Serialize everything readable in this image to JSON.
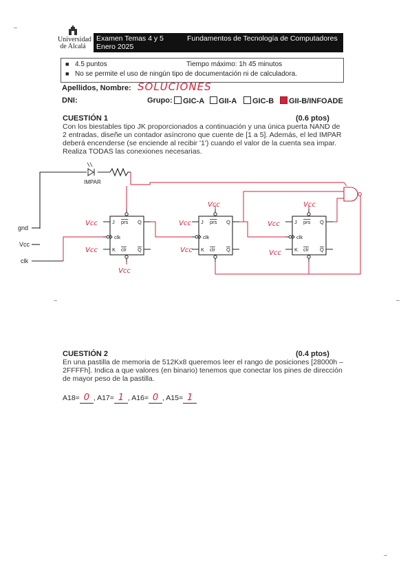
{
  "logo": {
    "line1": "Universidad",
    "line2": "de Alcalá"
  },
  "header": {
    "exam": "Examen Temas 4 y 5",
    "date": "Enero 2025",
    "course": "Fundamentos de Tecnología de Computadores"
  },
  "info": {
    "points": "4.5 puntos",
    "time": "Tiempo máximo: 1h 45 minutos",
    "rule": "No se permite el uso de ningún tipo de documentación ni de calculadora."
  },
  "student": {
    "name_label": "Apellidos, Nombre:",
    "name_value": "SOLUCIONES",
    "dni_label": "DNI:",
    "group_label": "Grupo:",
    "groups": [
      "GIC-A",
      "GII-A",
      "GIC-B",
      "GII-B/INFOADE"
    ],
    "selected_group": "GII-B/INFOADE"
  },
  "q1": {
    "title": "CUESTIÓN 1",
    "points": "(0.6 ptos)",
    "lines": [
      "Con los biestables tipo JK proporcionados a continuación y una única puerta NAND de",
      "2 entradas, diseñe un contador asíncrono que cuente de [1 a 5]. Además, el led IMPAR",
      "deberá encenderse (se enciende al recibir '1') cuando el valor de la cuenta sea impar.",
      "Realiza TODAS las conexiones necesarias."
    ]
  },
  "circuit": {
    "led_label": "IMPAR",
    "inputs": [
      "gnd",
      "Vcc",
      "clk"
    ],
    "vcc_hand": "Vcc",
    "ff_labels": {
      "j": "J",
      "k": "K",
      "clk": "clk",
      "prs": "prs",
      "clr": "clr",
      "q": "Q",
      "qbar": "Q"
    }
  },
  "q2": {
    "title": "CUESTIÓN 2",
    "points": "(0.4 ptos)",
    "lines": [
      "En una pastilla de memoria de 512Kx8 queremos leer el rango de posiciones [28000h –",
      "2FFFFh]. Indica a que valores (en binario) tenemos que conectar los pines de dirección",
      "de mayor peso de la pastilla."
    ],
    "answers": [
      {
        "label": "A18=",
        "value": "0"
      },
      {
        "label": "A17=",
        "value": "1"
      },
      {
        "label": "A16=",
        "value": "0"
      },
      {
        "label": "A15=",
        "value": "1"
      }
    ]
  },
  "colors": {
    "ink": "#222222",
    "red": "#d6213a",
    "header_bg": "#111111"
  }
}
